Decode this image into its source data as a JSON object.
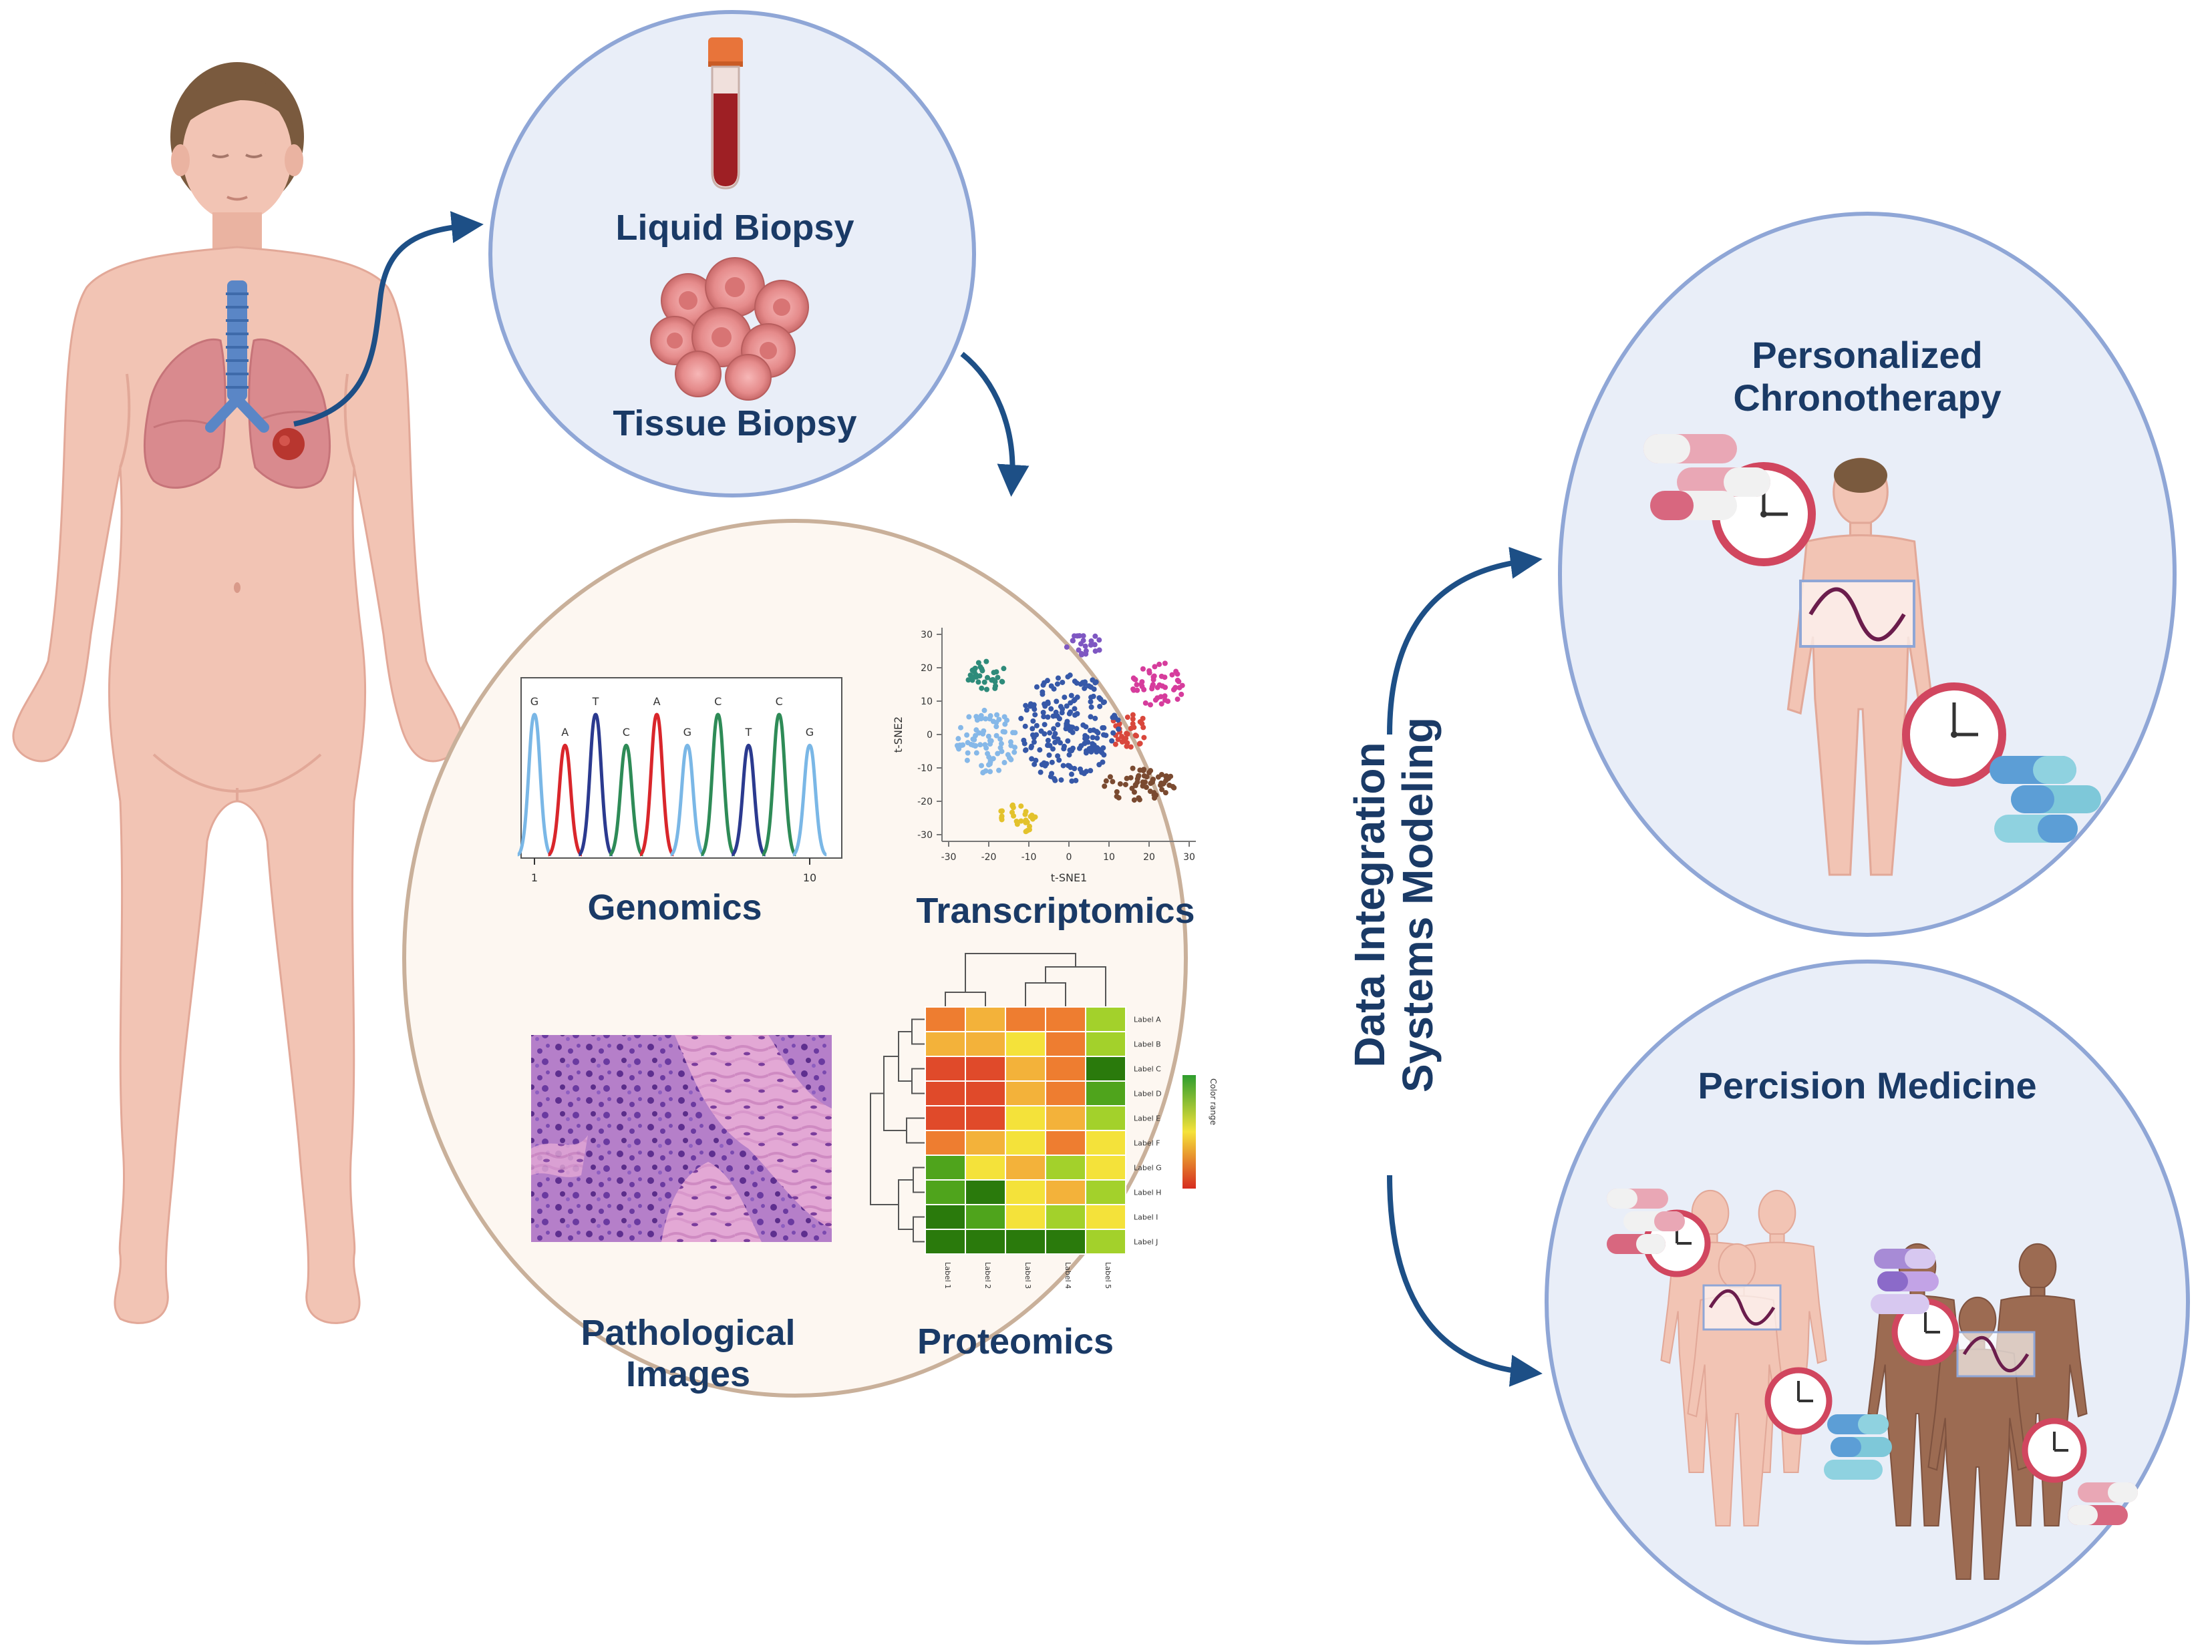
{
  "specimens": {
    "liquid_biopsy": "Liquid Biopsy",
    "tissue_biopsy": "Tissue Biopsy"
  },
  "omics": {
    "genomics": "Genomics",
    "transcriptomics": "Transcriptomics",
    "pathological_images_line1": "Pathological",
    "pathological_images_line2": "Images",
    "proteomics": "Proteomics"
  },
  "integration": {
    "line1": "Data Integration",
    "line2": "Systems Modeling"
  },
  "outcomes": {
    "chronotherapy_line1": "Personalized",
    "chronotherapy_line2": "Chronotherapy",
    "precision_medicine": "Percision Medicine"
  },
  "genomics_chart": {
    "bases": [
      "G",
      "A",
      "T",
      "C",
      "A",
      "G",
      "C",
      "T",
      "C",
      "G"
    ],
    "x_ticks": [
      "1",
      "10"
    ]
  },
  "tsne_chart": {
    "xlabel": "t-SNE1",
    "ylabel": "t-SNE2",
    "x_ticks": [
      "-30",
      "-20",
      "-10",
      "0",
      "10",
      "20",
      "30"
    ],
    "y_ticks": [
      "30",
      "20",
      "10",
      "0",
      "-10",
      "-20",
      "-30"
    ]
  },
  "heatmap_chart": {
    "row_labels": [
      "Label A",
      "Label B",
      "Label C",
      "Label D",
      "Label E",
      "Label F",
      "Label G",
      "Label H",
      "Label I",
      "Label J"
    ],
    "col_labels": [
      "Label 1",
      "Label 2",
      "Label 3",
      "Label 4",
      "Label 5"
    ],
    "legend_title": "Color range"
  },
  "colors": {
    "title_text": "#1a3a66",
    "arrow": "#1d4f86",
    "circle_blue_fill": "#e9eef8",
    "circle_blue_stroke": "#8fa6d6",
    "circle_beige_fill": "#fdf7f1",
    "circle_beige_stroke": "#c9b09a",
    "skin": "#f2c4b4",
    "clock": "#d1465f"
  }
}
